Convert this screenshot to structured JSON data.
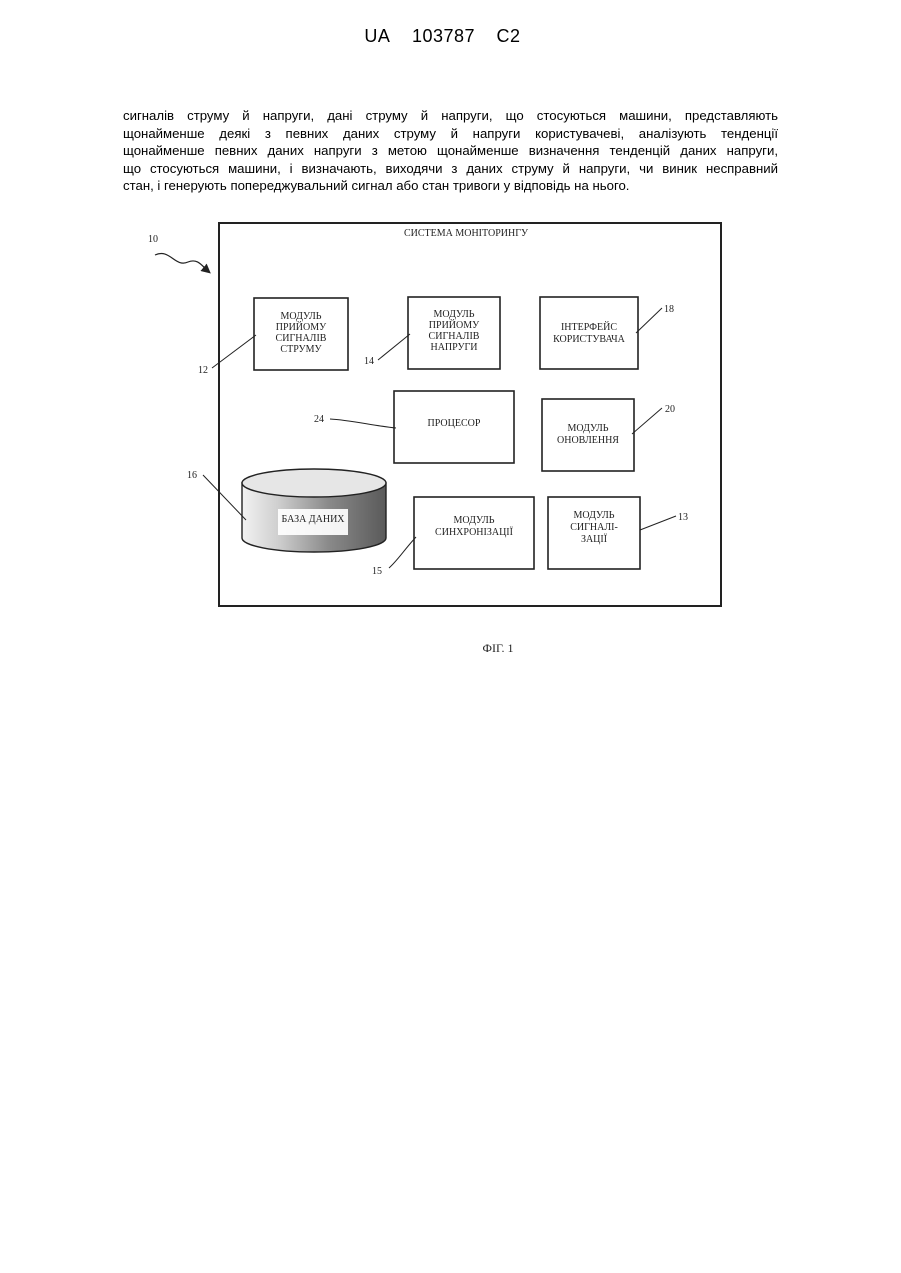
{
  "header": {
    "country": "UA",
    "number": "103787",
    "kind": "C2"
  },
  "body_lines": [
    "сигналів струму й напруги, дані струму й напруги, що стосуються машини, представляють",
    "щонайменше деякі з певних даних струму й напруги користувачеві, аналізують тенденції",
    "щонайменше певних даних напруги з метою щонайменше визначення тенденцій даних напруги,",
    "що стосуються машини, і визначають, виходячи з даних струму й напруги, чи виник несправний",
    "стан, і генерують попереджувальний сигнал або стан тривоги у відповідь на нього."
  ],
  "figure": {
    "system_title": "СИСТЕМА МОНІТОРИНГУ",
    "system_ref": "10",
    "blocks": {
      "current_module": {
        "lines": [
          "МОДУЛЬ",
          "ПРИЙОМУ",
          "СИГНАЛІВ",
          "СТРУМУ"
        ],
        "ref": "12"
      },
      "voltage_module": {
        "lines": [
          "МОДУЛЬ",
          "ПРИЙОМУ",
          "СИГНАЛІВ",
          "НАПРУГИ"
        ],
        "ref": "14"
      },
      "user_interface": {
        "lines": [
          "ІНТЕРФЕЙС",
          "КОРИСТУВАЧА"
        ],
        "ref": "18"
      },
      "processor": {
        "lines": [
          "ПРОЦЕСОР"
        ],
        "ref": "24"
      },
      "update_module": {
        "lines": [
          "МОДУЛЬ",
          "ОНОВЛЕННЯ"
        ],
        "ref": "20"
      },
      "database": {
        "lines": [
          "БАЗА ДАНИХ"
        ],
        "ref": "16"
      },
      "sync_module": {
        "lines": [
          "МОДУЛЬ",
          "СИНХРОНІЗАЦІЇ"
        ],
        "ref": "15"
      },
      "alarm_module": {
        "lines": [
          "МОДУЛЬ",
          "СИГНАЛІ-",
          "ЗАЦІЇ"
        ],
        "ref": "13"
      }
    },
    "caption": "ФІГ. 1"
  }
}
